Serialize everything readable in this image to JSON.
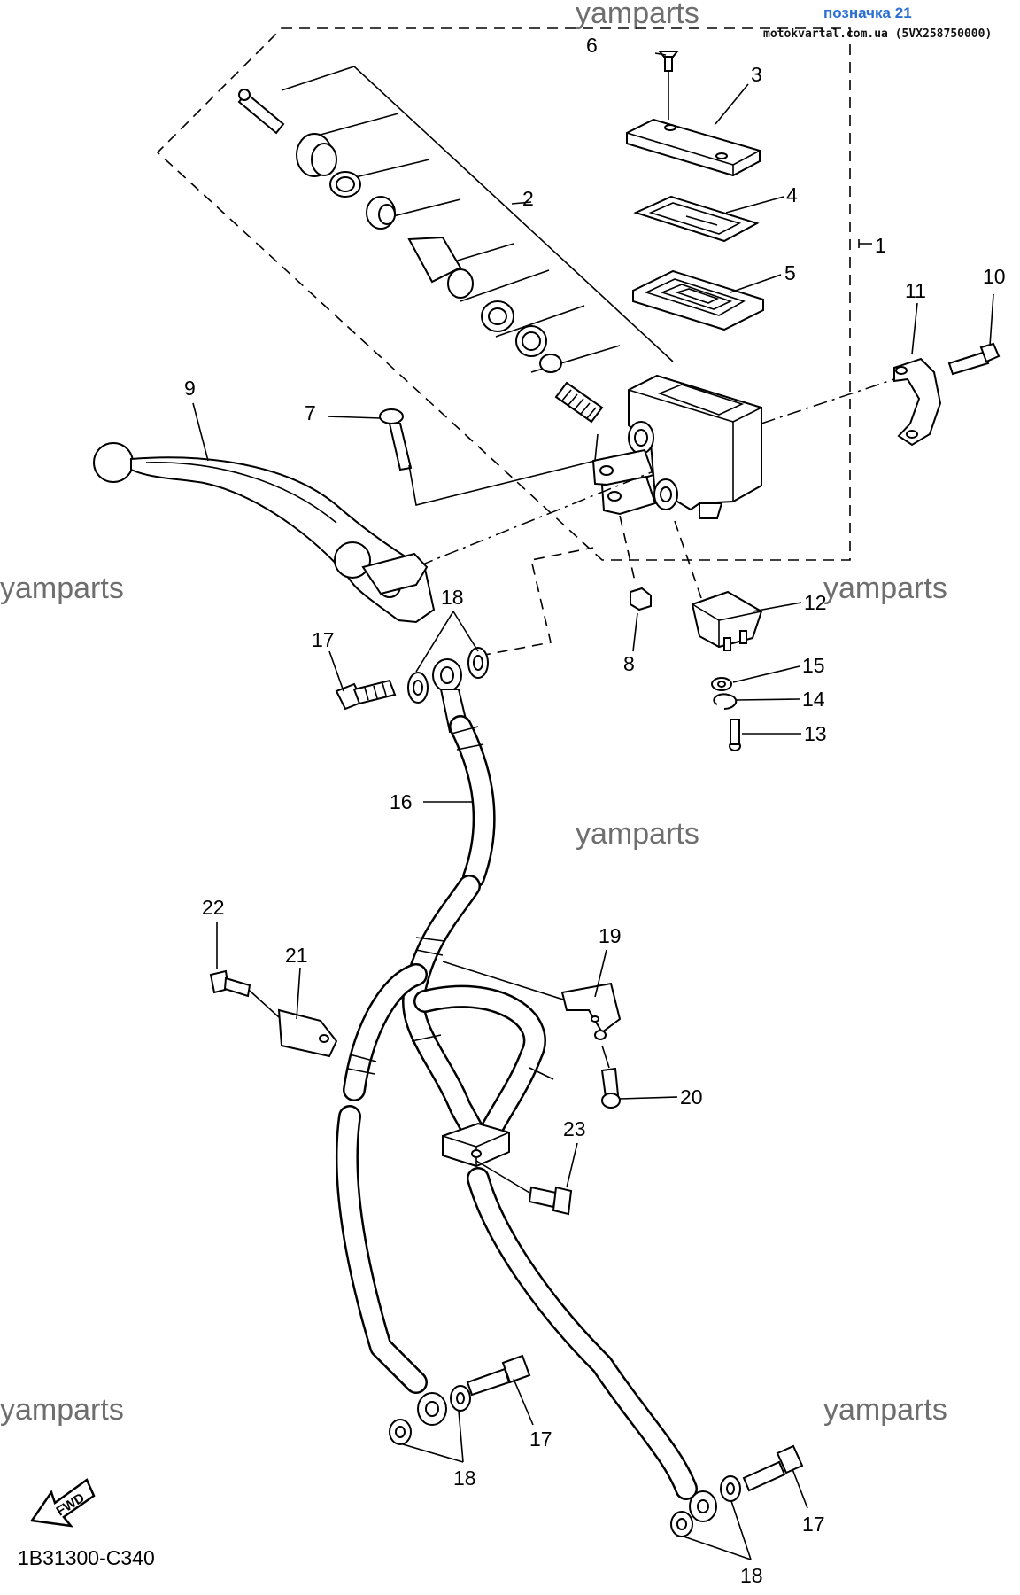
{
  "header": {
    "badge": "позначка 21",
    "source": "motokvartal.com.ua (5VX258750000)"
  },
  "watermarks": [
    "yamparts",
    "yamparts",
    "yamparts",
    "yamparts",
    "yamparts",
    "yamparts"
  ],
  "callouts": [
    "1",
    "2",
    "3",
    "4",
    "5",
    "6",
    "7",
    "8",
    "9",
    "10",
    "11",
    "12",
    "13",
    "14",
    "15",
    "16",
    "17",
    "17",
    "17",
    "18",
    "18",
    "18",
    "19",
    "20",
    "21",
    "22",
    "23"
  ],
  "drawing_code": "1B31300-C340",
  "fwd_label": "FWD"
}
